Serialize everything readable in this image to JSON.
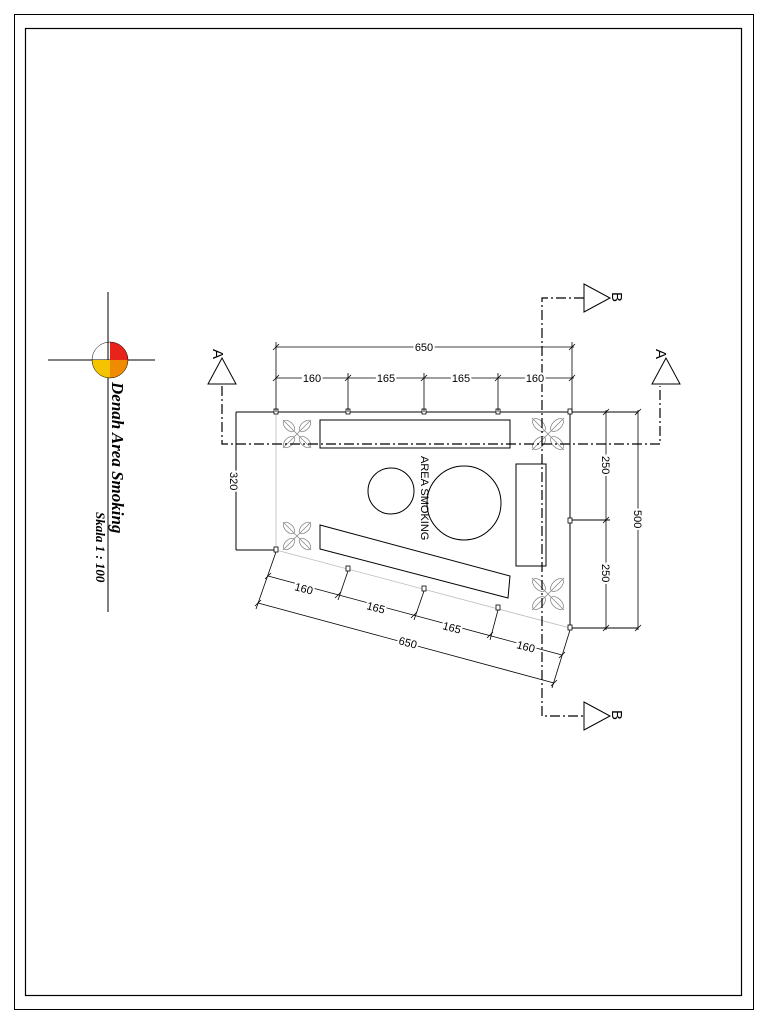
{
  "drawing": {
    "title": "Denah Area Smoking",
    "scale": "Skala 1 : 100",
    "room_label": "AREA SMOKING"
  },
  "section_markers": {
    "a_left": "A",
    "a_right": "A",
    "b_top": "B",
    "b_bottom": "B"
  },
  "dimensions": {
    "top_total": "650",
    "top_segments": [
      "160",
      "165",
      "165",
      "160"
    ],
    "bottom_total": "650",
    "bottom_segments": [
      "160",
      "165",
      "165",
      "160"
    ],
    "left_height": "320",
    "right_segments": [
      "250",
      "250"
    ],
    "right_total": "500"
  },
  "colors": {
    "line": "#000000",
    "logo_red": "#e8231b",
    "logo_yellow": "#f5c400",
    "logo_orange": "#f08a00",
    "plant_gray": "#8a8a8a"
  }
}
